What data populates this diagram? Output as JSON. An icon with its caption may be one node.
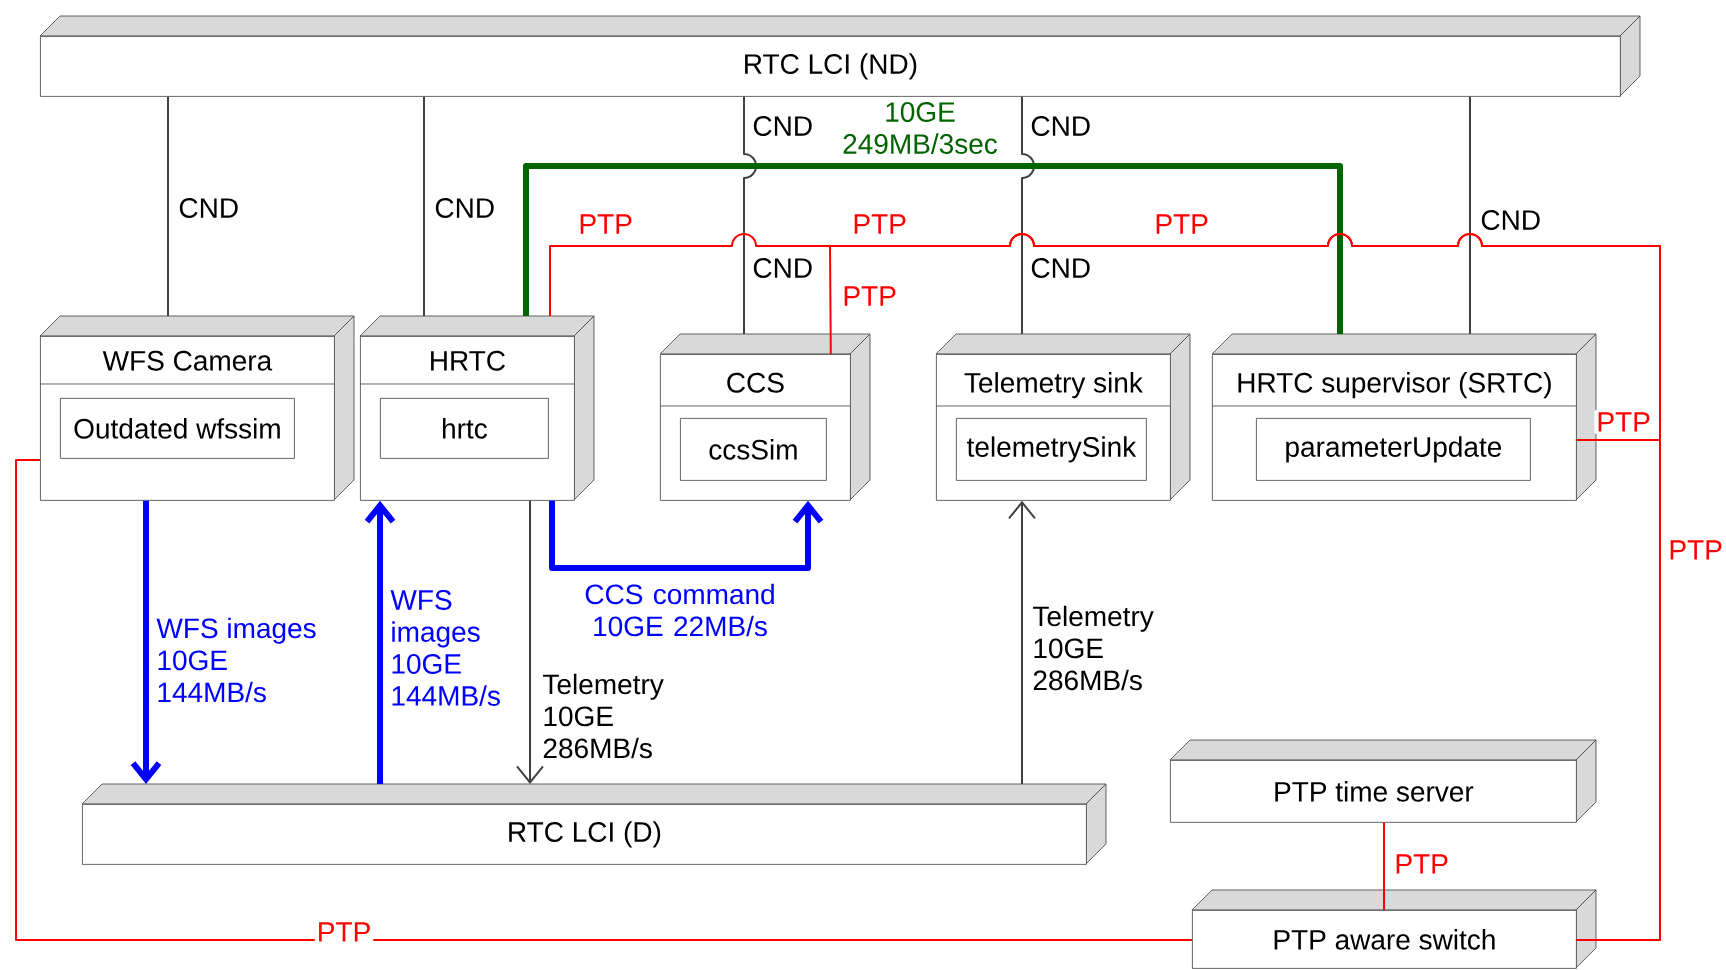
{
  "diagram": {
    "nodes": [
      {
        "text": [
          "RTC LCI (ND)"
        ]
      },
      {
        "text": [
          "WFS Camera"
        ]
      },
      {
        "text": [
          "Outdated wfssim"
        ],
        "in": 1
      },
      {
        "text": [
          "HRTC"
        ]
      },
      {
        "text": [
          "hrtc"
        ],
        "in": 3
      },
      {
        "text": [
          "CCS"
        ]
      },
      {
        "text": [
          "ccsSim"
        ],
        "in": 5
      },
      {
        "text": [
          "Telemetry sink"
        ]
      },
      {
        "text": [
          "telemetrySink"
        ],
        "in": 7
      },
      {
        "text": [
          "HRTC supervisor (SRTC)"
        ]
      },
      {
        "text": [
          "parameterUpdate"
        ],
        "in": 9
      },
      {
        "text": [
          "RTC LCI (D)"
        ]
      },
      {
        "text": [
          "PTP time server"
        ]
      },
      {
        "text": [
          "PTP aware switch"
        ]
      }
    ],
    "edges": [
      {
        "from": 0,
        "to": 1,
        "arrow": "none",
        "label": "CND"
      },
      {
        "from": 0,
        "to": 3,
        "arrow": "none",
        "label": "CND"
      },
      {
        "from": 0,
        "to": 5,
        "arrow": "none",
        "label": "CND"
      },
      {
        "from": 0,
        "to": 7,
        "arrow": "none",
        "label": "CND"
      },
      {
        "from": 0,
        "to": 9,
        "arrow": "none",
        "label": "CND"
      },
      {
        "from": 3,
        "to": 9,
        "arrow": "none",
        "label": "10GE 249MB/3sec",
        "style": "thick",
        "color": "#006400"
      },
      {
        "from": 3,
        "to": 13,
        "arrow": "none",
        "label": "PTP",
        "color": "#ff0000"
      },
      {
        "from": 5,
        "to": 13,
        "arrow": "none",
        "label": "PTP",
        "color": "#ff0000"
      },
      {
        "from": 9,
        "to": 13,
        "arrow": "none",
        "label": "PTP",
        "color": "#ff0000"
      },
      {
        "from": 1,
        "to": 13,
        "arrow": "none",
        "label": "PTP",
        "color": "#ff0000"
      },
      {
        "from": 12,
        "to": 13,
        "arrow": "none",
        "label": "PTP",
        "color": "#ff0000"
      },
      {
        "from": 1,
        "to": 11,
        "arrow": "to",
        "label": "WFS images 10GE 144MB/s",
        "style": "thick",
        "color": "#0000ff"
      },
      {
        "from": 11,
        "to": 3,
        "arrow": "to",
        "label": "WFS images 10GE 144MB/s",
        "style": "thick",
        "color": "#0000ff"
      },
      {
        "from": 3,
        "to": 5,
        "arrow": "to",
        "label": "CCS command 10GE 22MB/s",
        "style": "thick",
        "color": "#0000ff"
      },
      {
        "from": 3,
        "to": 11,
        "arrow": "to",
        "label": "Telemetry 10GE 286MB/s"
      },
      {
        "from": 11,
        "to": 7,
        "arrow": "to",
        "label": "Telemetry 10GE 286MB/s"
      }
    ],
    "labels": [
      "PTP",
      "PTP",
      "CND",
      "CND",
      "PTP"
    ]
  }
}
